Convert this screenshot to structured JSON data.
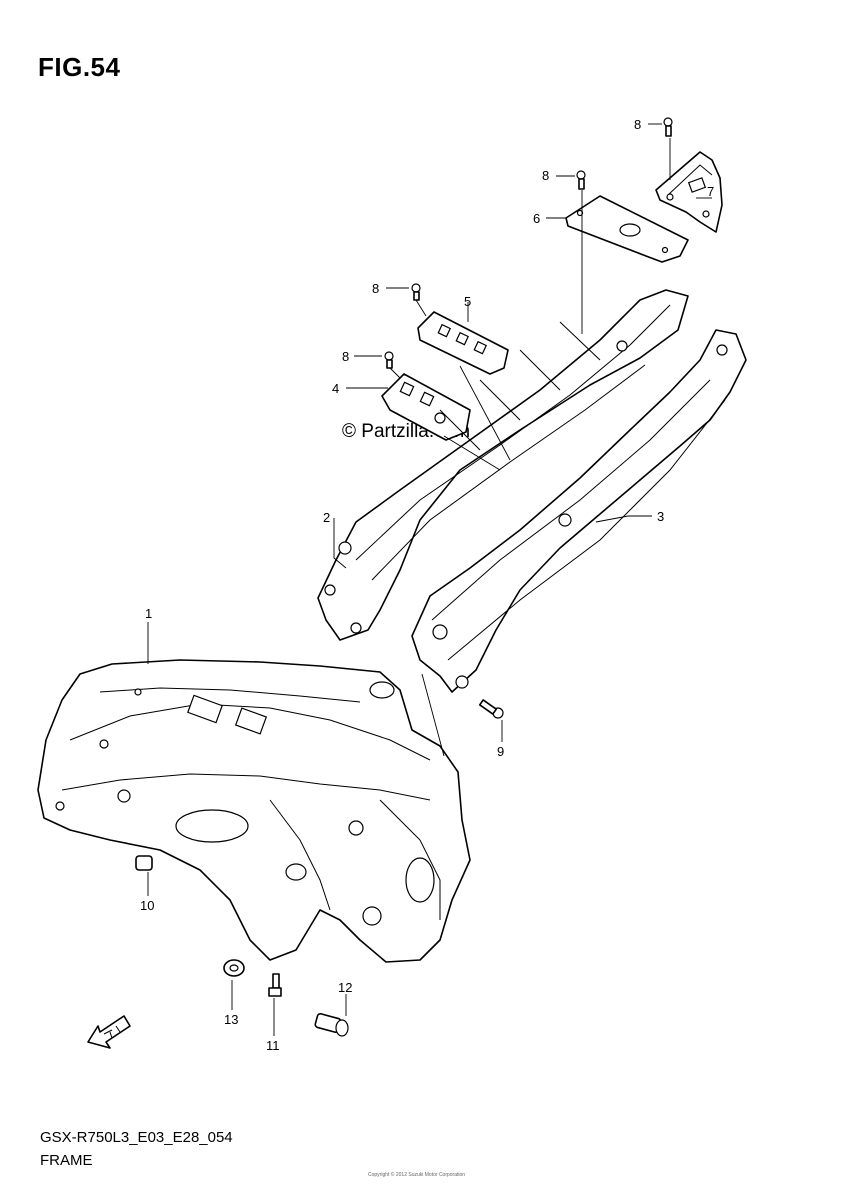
{
  "figure": {
    "title": "FIG.54"
  },
  "watermark": {
    "text": "© Partzilla.com"
  },
  "footer": {
    "code": "GSX-R750L3_E03_E28_054",
    "name": "FRAME"
  },
  "fine_print": "Copyright © 2012 Suzuki Motor Corporation",
  "icons": {
    "direction": "fwd-arrow-icon"
  },
  "callouts": {
    "c1": "1",
    "c2": "2",
    "c3": "3",
    "c4": "4",
    "c5": "5",
    "c6": "6",
    "c7": "7",
    "c8a": "8",
    "c8b": "8",
    "c8c": "8",
    "c8d": "8",
    "c9": "9",
    "c10": "10",
    "c11": "11",
    "c12": "12",
    "c13": "13"
  }
}
